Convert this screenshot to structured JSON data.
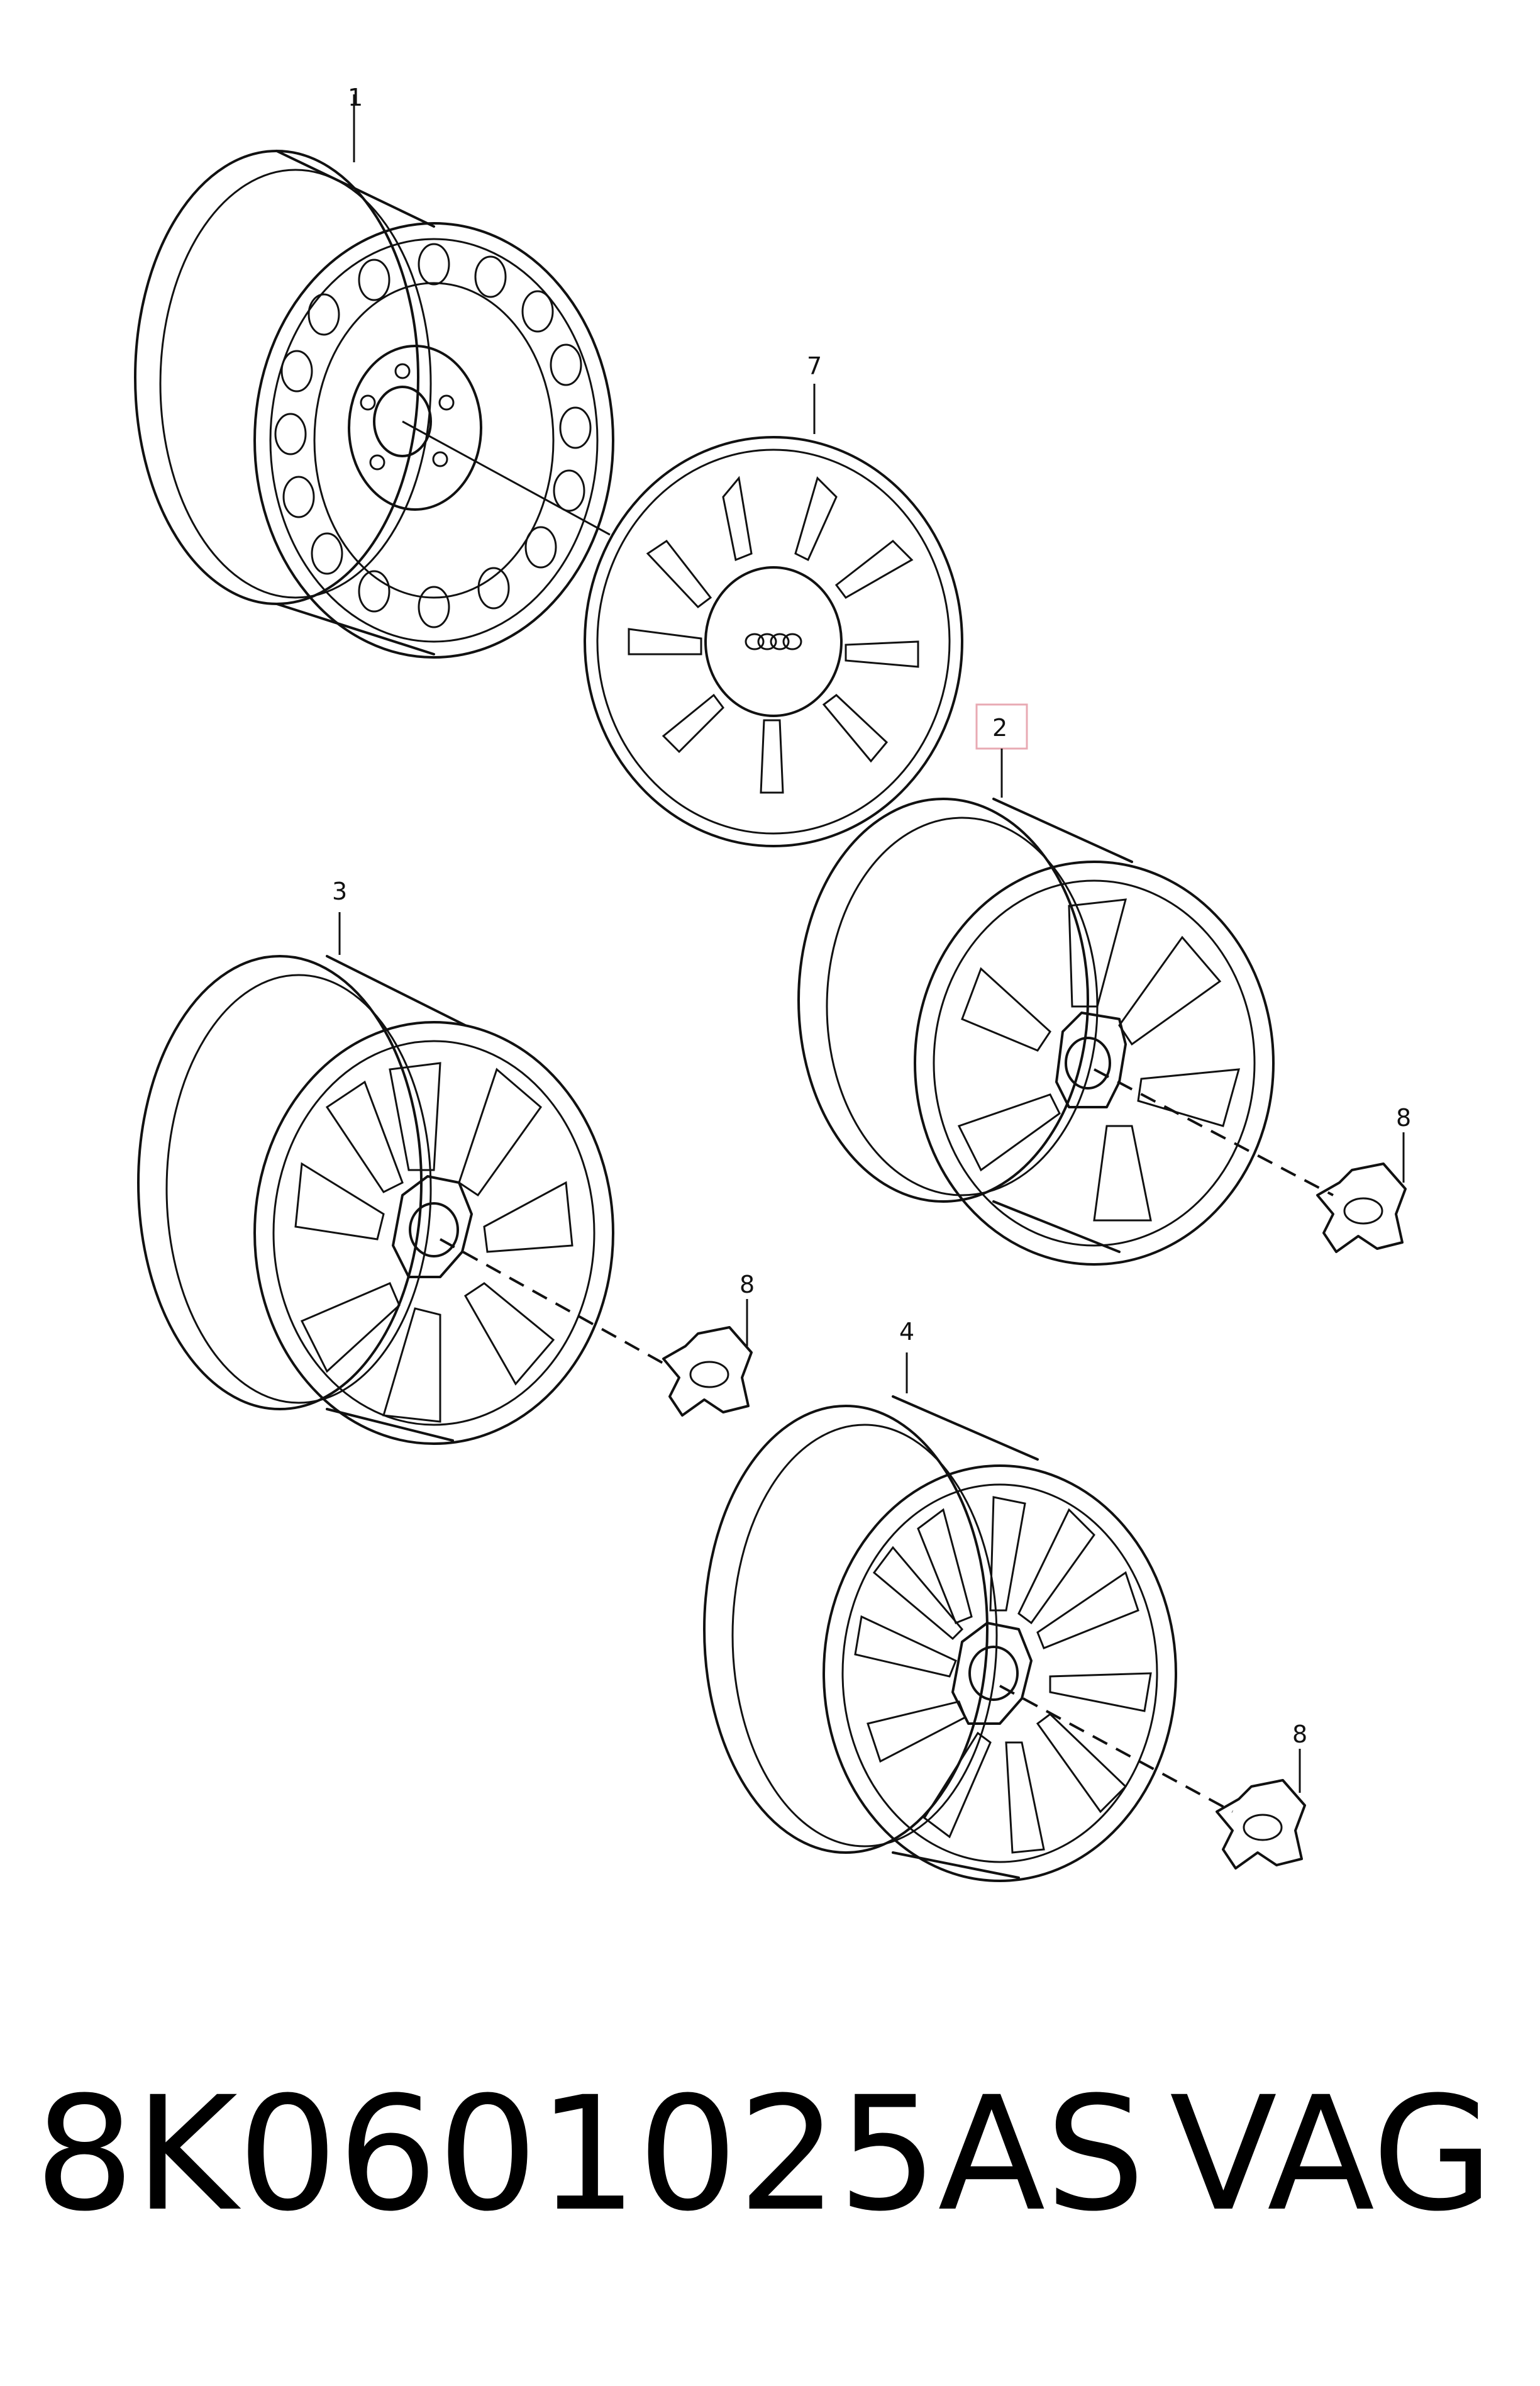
{
  "callouts": {
    "c1": "1",
    "c7": "7",
    "c2": "2",
    "c3": "3",
    "c8a": "8",
    "c8b": "8",
    "c4": "4",
    "c8c": "8"
  },
  "footer": {
    "part_number": "8K0601025AS",
    "brand": "VAG"
  },
  "colors": {
    "highlight_box": "#e8aab3",
    "line": "#111111"
  }
}
